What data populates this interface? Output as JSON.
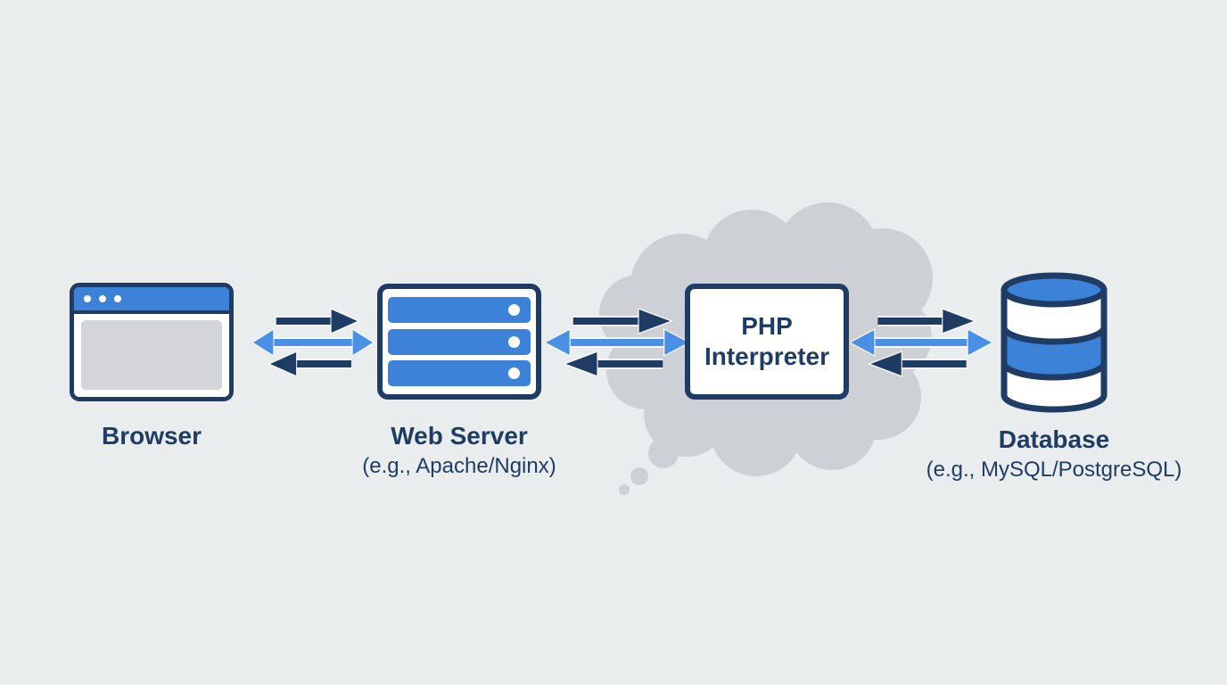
{
  "colors": {
    "background": "#e9edee",
    "navy": "#1f3d64",
    "blue": "#3b82d8",
    "light_blue": "#4a90e6",
    "cloud_gray": "#cdd0d4",
    "content_gray": "#d3d5d9"
  },
  "nodes": [
    {
      "id": "browser",
      "title": "Browser",
      "icon": "browser-window-icon"
    },
    {
      "id": "web-server",
      "title": "Web Server",
      "subtitle": "(e.g., Apache/Nginx)",
      "icon": "server-stack-icon"
    },
    {
      "id": "php-interpreter",
      "label_line1": "PHP",
      "label_line2": "Interpreter",
      "icon": "php-interpreter-box",
      "container": "thought-cloud"
    },
    {
      "id": "database",
      "title": "Database",
      "subtitle": "(e.g., MySQL/PostgreSQL)",
      "icon": "database-cylinder-icon"
    }
  ],
  "connections": [
    {
      "from": "browser",
      "to": "web-server",
      "arrows": [
        "right-navy",
        "bidirectional-light-blue",
        "left-navy"
      ]
    },
    {
      "from": "web-server",
      "to": "php-interpreter",
      "arrows": [
        "right-navy",
        "bidirectional-light-blue",
        "left-navy"
      ]
    },
    {
      "from": "php-interpreter",
      "to": "database",
      "arrows": [
        "right-navy",
        "bidirectional-light-blue",
        "left-navy"
      ]
    }
  ]
}
